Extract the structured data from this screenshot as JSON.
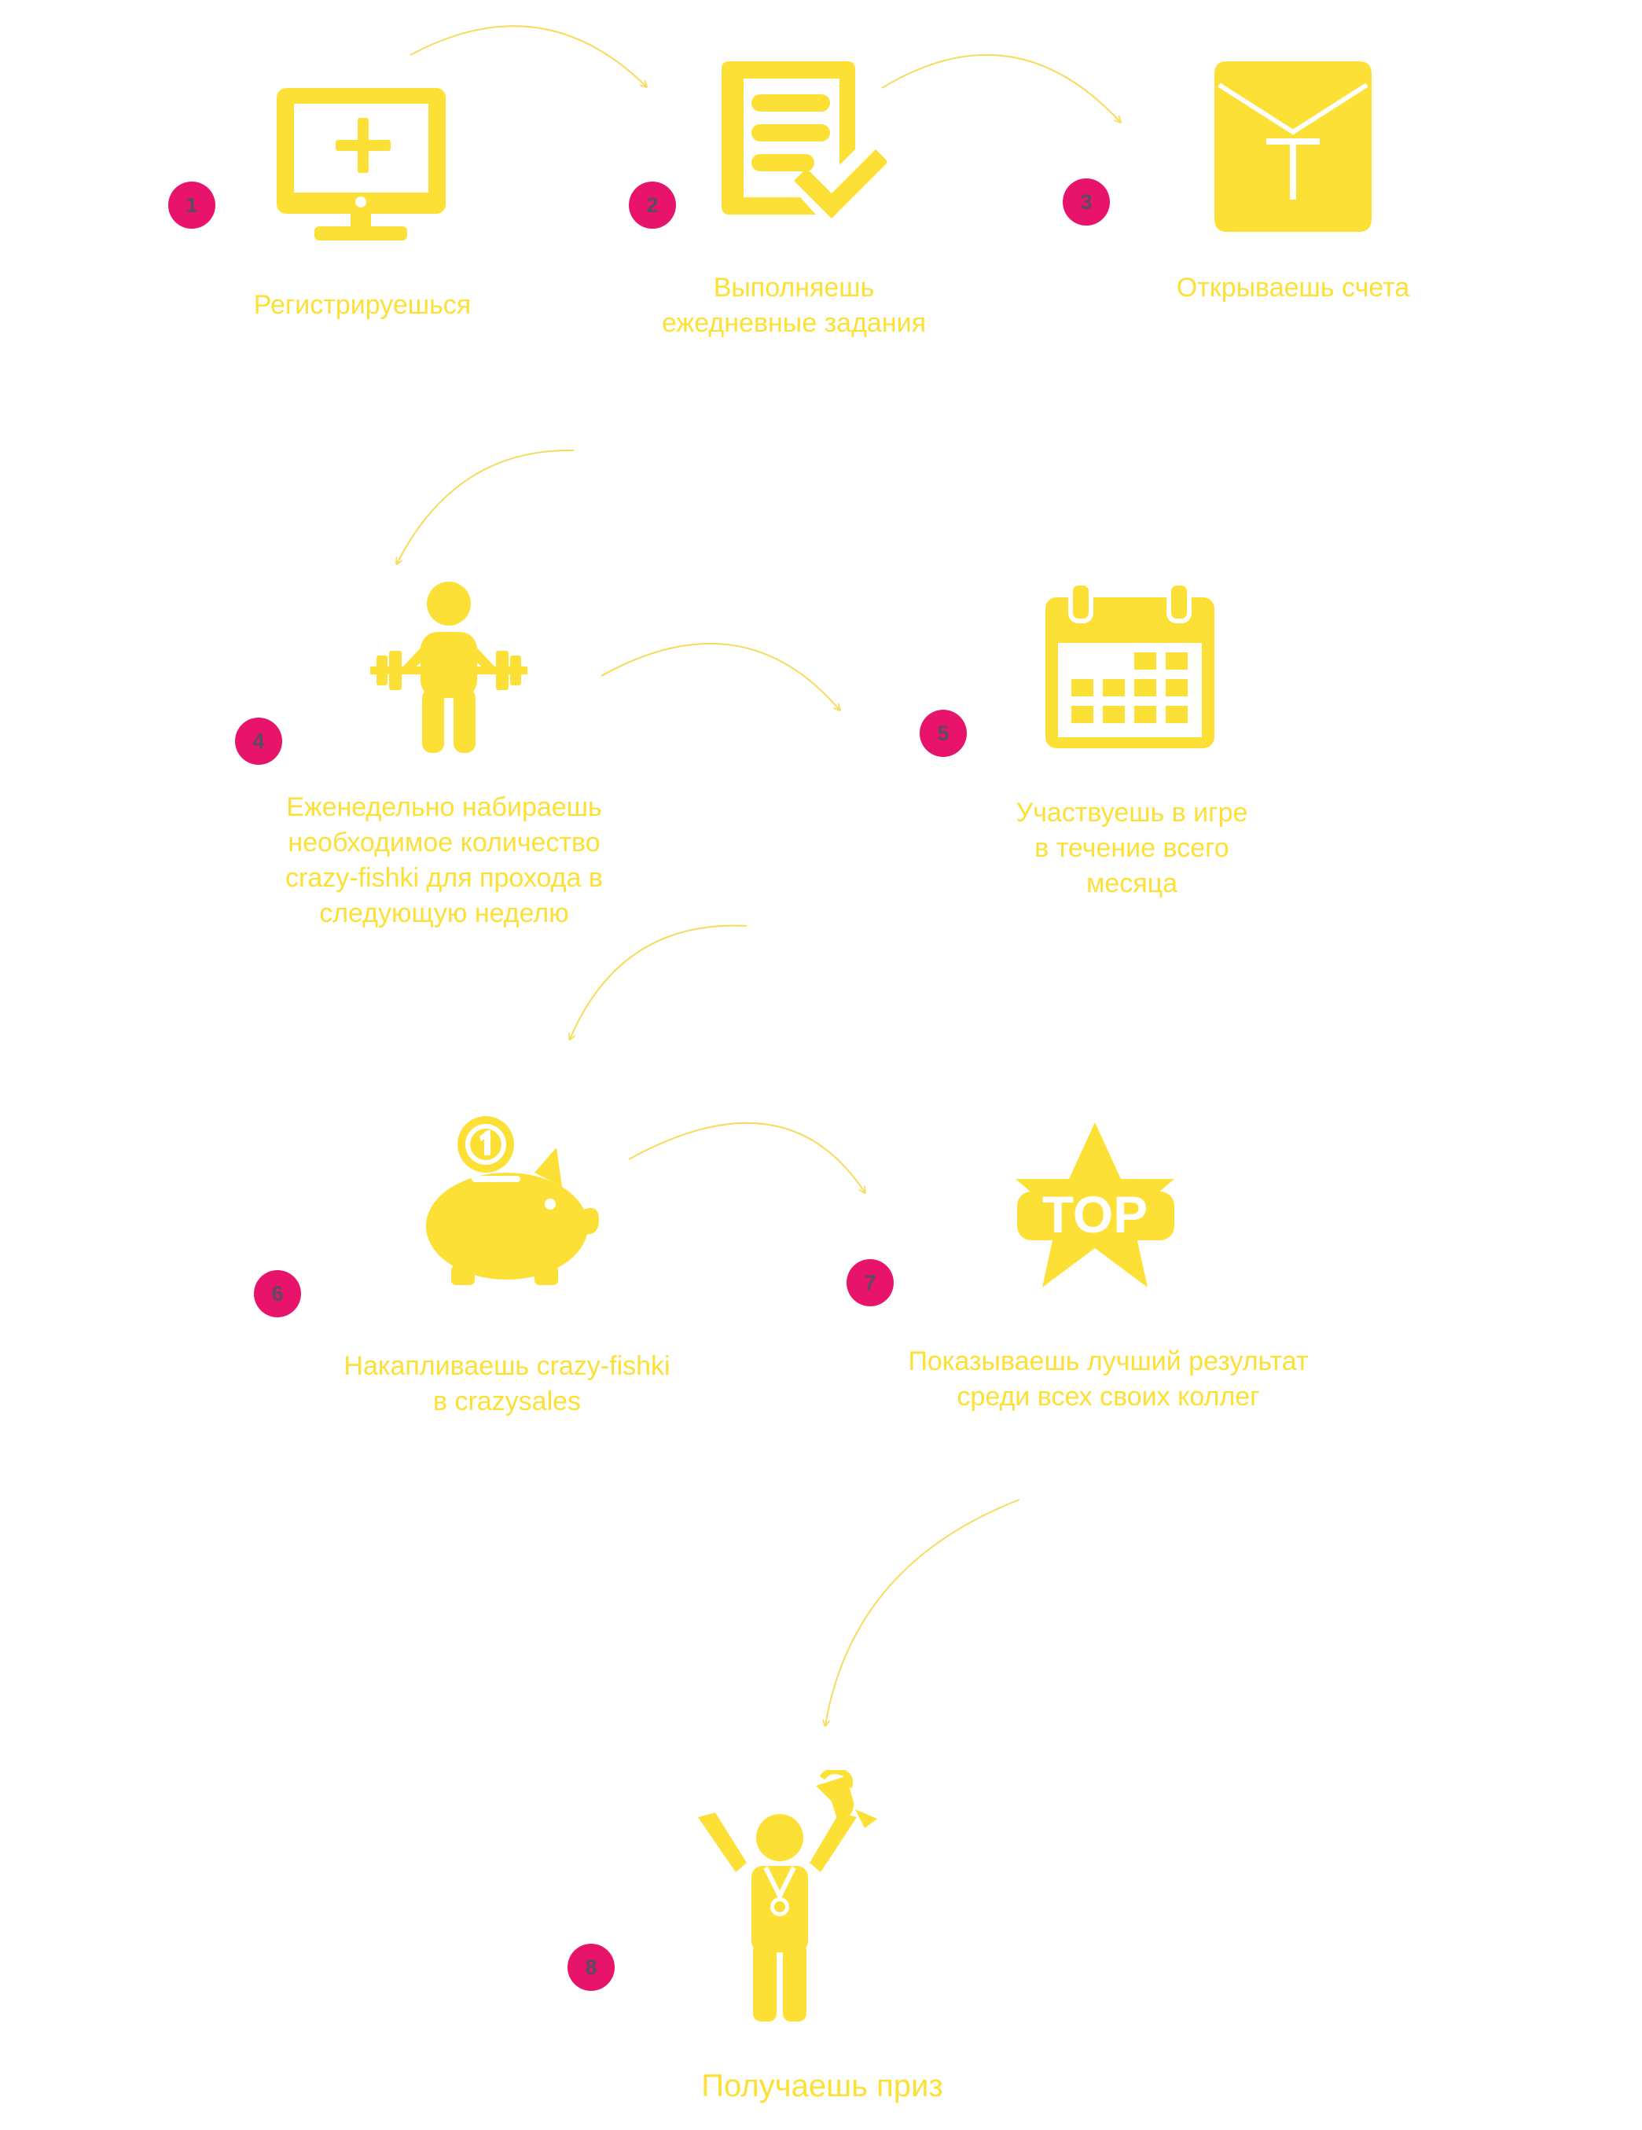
{
  "colors": {
    "icon": "#fde036",
    "badge": "#e8136b",
    "badge_text": "#5a4a66",
    "label_text": "#fde036",
    "arrow": "#f6dc5e"
  },
  "steps": [
    {
      "number": "1",
      "icon": "monitor-plus-icon",
      "lines": [
        "Регистрируешься"
      ]
    },
    {
      "number": "2",
      "icon": "checklist-document-icon",
      "lines": [
        "Выполняешь",
        "ежедневные задания"
      ]
    },
    {
      "number": "3",
      "icon": "account-envelope-icon",
      "lines": [
        "Открываешь счета"
      ]
    },
    {
      "number": "4",
      "icon": "weightlifter-icon",
      "lines": [
        "Еженедельно набираешь",
        "необходимое количество",
        "crazy-fishki для прохода в",
        "следующую неделю"
      ]
    },
    {
      "number": "5",
      "icon": "calendar-icon",
      "lines": [
        "Участвуешь в игре",
        "в течение всего",
        "месяца"
      ]
    },
    {
      "number": "6",
      "icon": "piggy-bank-coin-icon",
      "lines": [
        "Накапливаешь crazy-fishki",
        "в crazysales"
      ]
    },
    {
      "number": "7",
      "icon": "top-star-icon",
      "lines": [
        "Показываешь лучший результат",
        "среди всех своих коллег"
      ]
    },
    {
      "number": "8",
      "icon": "winner-trophy-icon",
      "lines": [
        "Получаешь приз"
      ]
    }
  ]
}
